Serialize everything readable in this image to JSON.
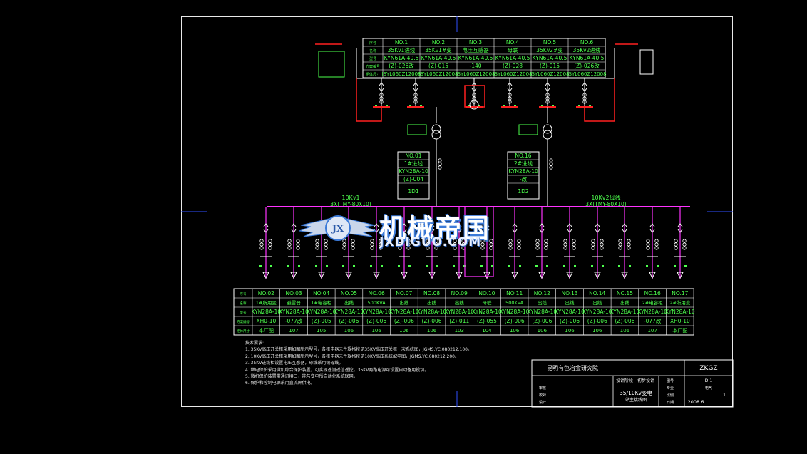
{
  "top_panel": {
    "row_labels": [
      "序号",
      "名称",
      "型号",
      "方案编号",
      "柜体尺寸"
    ],
    "columns": [
      {
        "no": "NO.1",
        "name": "35Kv1进线",
        "model": "KYN61A-40.5",
        "scheme": "(Z)-026改",
        "size": "ISYL060Z12008"
      },
      {
        "no": "NO.2",
        "name": "35Kv1#变",
        "model": "KYN61A-40.5",
        "scheme": "(Z)-015",
        "size": "ISYL060Z12008"
      },
      {
        "no": "NO.3",
        "name": "电压互感器",
        "model": "KYN61A-40.5",
        "scheme": "-140",
        "size": "ISYL060Z12008"
      },
      {
        "no": "NO.4",
        "name": "母联",
        "model": "KYN61A-40.5",
        "scheme": "(Z)-028",
        "size": "ISYL060Z12008"
      },
      {
        "no": "NO.5",
        "name": "35Kv2#变",
        "model": "KYN61A-40.5",
        "scheme": "(Z)-015",
        "size": "ISYL060Z12008"
      },
      {
        "no": "NO.6",
        "name": "35Kv2进线",
        "model": "KYN61A-40.5",
        "scheme": "(Z)-026改",
        "size": "ISYL060Z12008"
      }
    ]
  },
  "transformer_panels": [
    {
      "no": "NO.01",
      "name": "1#进线",
      "model": "KYN28A-10",
      "scheme": "(Z)-004",
      "code": "1D1"
    },
    {
      "no": "NO.16",
      "name": "2#进线",
      "model": "KYN28A-10",
      "scheme": "-改",
      "code": "1D2"
    }
  ],
  "bus_labels": {
    "left_name": "10Kv1",
    "left_spec": "3X(TMY-80X10)",
    "right_name": "10Kv2母线",
    "right_spec": "3X(TMY-80X10)"
  },
  "bottom_panel": {
    "row_labels": [
      "序号",
      "名称",
      "型号",
      "方案编号",
      "柜体尺寸"
    ],
    "columns": [
      {
        "no": "NO.02",
        "name": "1#所用变",
        "model": "KYN28A-10",
        "scheme": "XH0-10",
        "code": "本厂配"
      },
      {
        "no": "NO.03",
        "name": "避雷器",
        "model": "KYN28A-10",
        "scheme": "-077改",
        "code": "107"
      },
      {
        "no": "NO.04",
        "name": "1#电容柜",
        "model": "KYN28A-10",
        "scheme": "(Z)-005",
        "code": "105"
      },
      {
        "no": "NO.05",
        "name": "出线",
        "model": "KYN28A-10",
        "scheme": "(Z)-006",
        "code": "106"
      },
      {
        "no": "NO.06",
        "name": "500KVA",
        "model": "KYN28A-10",
        "scheme": "(Z)-006",
        "code": "106"
      },
      {
        "no": "NO.07",
        "name": "出线",
        "model": "KYN28A-10",
        "scheme": "(Z)-006",
        "code": "106"
      },
      {
        "no": "NO.08",
        "name": "出线",
        "model": "KYN28A-10",
        "scheme": "(Z)-006",
        "code": "106"
      },
      {
        "no": "NO.09",
        "name": "出线",
        "model": "KYN28A-10",
        "scheme": "(Z)-011",
        "code": "103"
      },
      {
        "no": "NO.10",
        "name": "母联",
        "model": "KYN28A-10",
        "scheme": "(Z)-055",
        "code": "104"
      },
      {
        "no": "NO.11",
        "name": "500KVA",
        "model": "KYN28A-10",
        "scheme": "(Z)-006",
        "code": "106"
      },
      {
        "no": "NO.12",
        "name": "出线",
        "model": "KYN28A-10",
        "scheme": "(Z)-006",
        "code": "106"
      },
      {
        "no": "NO.13",
        "name": "出线",
        "model": "KYN28A-10",
        "scheme": "(Z)-006",
        "code": "106"
      },
      {
        "no": "NO.14",
        "name": "出线",
        "model": "KYN28A-10",
        "scheme": "(Z)-006",
        "code": "106"
      },
      {
        "no": "NO.15",
        "name": "出线",
        "model": "KYN28A-10",
        "scheme": "(Z)-006",
        "code": "106"
      },
      {
        "no": "NO.16",
        "name": "2#电容柜",
        "model": "KYN28A-10",
        "scheme": "-077改",
        "code": "107"
      },
      {
        "no": "NO.17",
        "name": "2#所用变",
        "model": "KYN28A-10",
        "scheme": "XH0-10",
        "code": "本厂配"
      }
    ]
  },
  "notes": {
    "heading": "技术要求:",
    "items": [
      "1. 35KV高压开关柜采用如图所示型号，各柜电器元件规格按见35KV高压开关柜一次系统图，JGMS.YC.080212.100。",
      "2. 10KV高压开关柜采用如图所示型号，各柜电器元件规格按见10KV高压系统配电图，JGMS.YC.080212.200。",
      "3. 35KV进线柜设置电压互感器，母线采用铜母线。",
      "4. 继电保护采用微机综合保护装置，可实现遥测遥信遥控，35KV两路电源可设置自动备用投切。",
      "5. 微机保护装置带通讯接口，能与变电所自动化系统联网。",
      "6. 保护和控制电源采用直流屏供电。"
    ]
  },
  "title_block": {
    "company": "昆明有色冶金研究院",
    "code": "ZKGZ",
    "stage": "设计阶段",
    "stage_value": "初步设计",
    "drawing_title": "35/10Kv变电",
    "drawing_subtitle": "站主接线图",
    "sheet": "D-1",
    "scale": "1",
    "date": "2008.6",
    "date_label": "日期",
    "scale_label": "比例",
    "spec_label": "专业",
    "spec_value": "电气",
    "number_label": "图号",
    "approve_label": "审核",
    "check_label": "校对",
    "design_label": "设计"
  },
  "watermark": {
    "title": "机械帝国",
    "subtitle": "JXDIGUO.COM",
    "badge": "JX"
  },
  "colors": {
    "frame": "#e8e8e8",
    "text": "#4dff4d",
    "lines": "#ffffff",
    "bus": "#ff33ff",
    "feeder_red": "#ff2020",
    "watermark": "#3b7ad8"
  }
}
